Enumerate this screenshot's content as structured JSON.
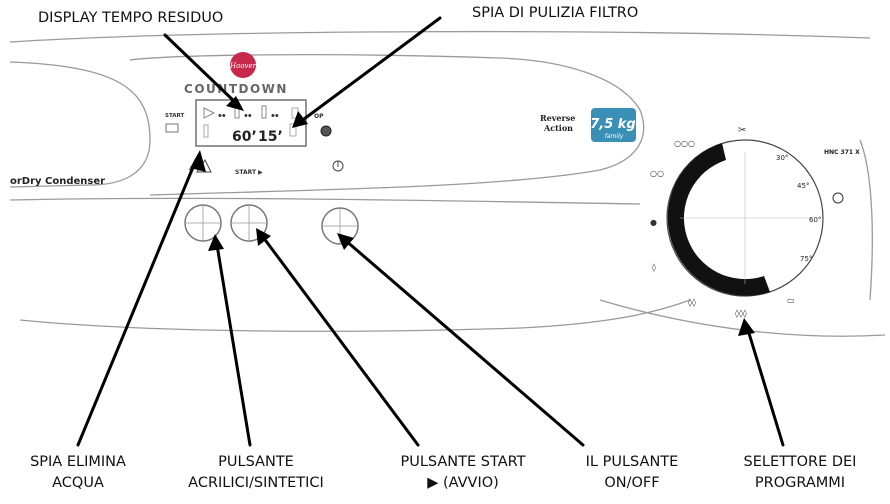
{
  "callouts": {
    "display_tempo_residuo": "DISPLAY TEMPO RESIDUO",
    "spia_pulizia_filtro": "SPIA DI PULIZIA FILTRO",
    "spia_elimina_acqua": [
      "SPIA ELIMINA",
      "ACQUA"
    ],
    "pulsante_acrilici": [
      "PULSANTE",
      "ACRILICI/SINTETICI"
    ],
    "pulsante_start": [
      "PULSANTE START",
      "▶   (AVVIO)"
    ],
    "pulsante_onoff": [
      "IL PULSANTE",
      "ON/OFF"
    ],
    "selettore_programmi": [
      "SELETTORE DEI",
      "PROGRAMMI"
    ]
  },
  "panel": {
    "brand_logo_text": "Hoover",
    "display_title": "COUNTDOWN",
    "display_time_1": "60’",
    "display_time_2": "15’",
    "start_label": "START",
    "stop_label": "OP",
    "start_button_label": "START ▶",
    "product_name": "orDry Condenser",
    "reverse_action": [
      "Reverse",
      "Action"
    ],
    "capacity_badge": "7,5 kg",
    "capacity_sub": "family",
    "model_text": "HNC 371 X",
    "dial_labels": [
      "30°",
      "45°",
      "60°",
      "75°"
    ]
  },
  "colors": {
    "badge": "#3a8fb7",
    "logo": "#c8284a",
    "dial_ring": "#111111",
    "ink": "#111111"
  }
}
